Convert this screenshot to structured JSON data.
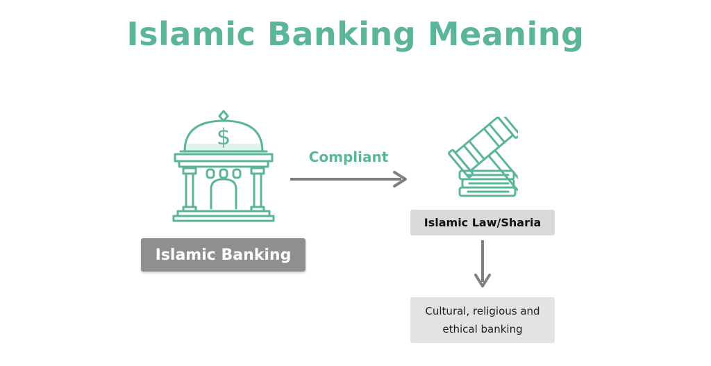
{
  "title": "Islamic Banking Meaning",
  "nodes": {
    "banking": {
      "label": "Islamic Banking",
      "icon": "bank-dollar-icon"
    },
    "sharia": {
      "label": "Islamic Law/Sharia",
      "icon": "gavel-books-icon"
    },
    "ethics": {
      "line1": "Cultural, religious and",
      "line2": "ethical banking"
    }
  },
  "edges": {
    "banking_to_sharia": {
      "label": "Compliant"
    },
    "sharia_to_ethics": {
      "label": ""
    }
  },
  "colors": {
    "accent": "#5bb59a",
    "arrow": "#808080",
    "dark_box": "#8f8f8f",
    "light_box": "#d9d9d9"
  }
}
